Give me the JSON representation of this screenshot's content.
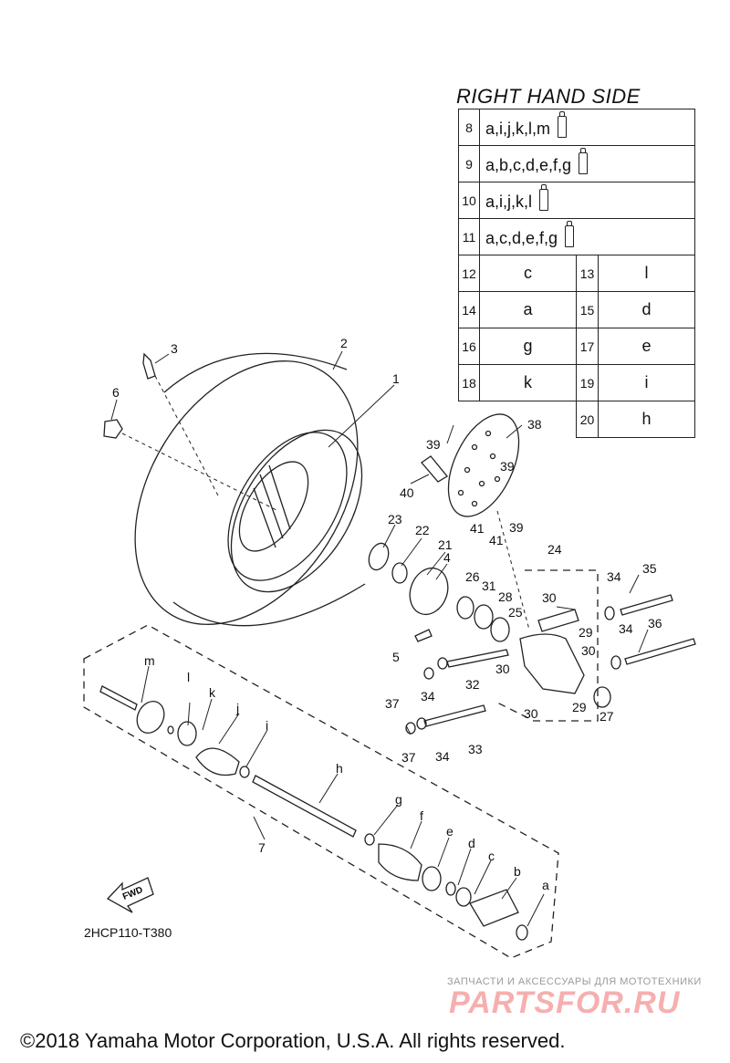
{
  "table": {
    "title": "RIGHT HAND SIDE",
    "wide_rows": [
      {
        "num": "8",
        "letters": "a,i,j,k,l,m"
      },
      {
        "num": "9",
        "letters": "a,b,c,d,e,f,g"
      },
      {
        "num": "10",
        "letters": "a,i,j,k,l"
      },
      {
        "num": "11",
        "letters": "a,c,d,e,f,g"
      }
    ],
    "pair_rows": [
      {
        "n1": "12",
        "v1": "c",
        "n2": "13",
        "v2": "l"
      },
      {
        "n1": "14",
        "v1": "a",
        "n2": "15",
        "v2": "d"
      },
      {
        "n1": "16",
        "v1": "g",
        "n2": "17",
        "v2": "e"
      },
      {
        "n1": "18",
        "v1": "k",
        "n2": "19",
        "v2": "i"
      },
      {
        "n1": "",
        "v1": "",
        "n2": "20",
        "v2": "h"
      }
    ]
  },
  "callouts": {
    "n1": "1",
    "n2": "2",
    "n3": "3",
    "n4": "4",
    "n5": "5",
    "n6": "6",
    "n7": "7",
    "n21": "21",
    "n22": "22",
    "n23": "23",
    "n24": "24",
    "n25": "25",
    "n26": "26",
    "n27": "27",
    "n28": "28",
    "n29": "29",
    "n30": "30",
    "n31": "31",
    "n32": "32",
    "n33": "33",
    "n34": "34",
    "n35": "35",
    "n36": "36",
    "n37": "37",
    "n38": "38",
    "n39": "39",
    "n40": "40",
    "n41": "41",
    "a": "a",
    "b": "b",
    "c": "c",
    "d": "d",
    "e": "e",
    "f": "f",
    "g": "g",
    "h": "h",
    "i": "i",
    "j": "j",
    "k": "k",
    "l": "l",
    "m": "m"
  },
  "fwd_label": "FWD",
  "diagram_code": "2HCP110-T380",
  "watermark": {
    "small": "ЗАПЧАСТИ И АКСЕССУАРЫ ДЛЯ МОТОТЕХНИКИ",
    "big": "PARTSFOR.RU"
  },
  "footer": "©2018 Yamaha Motor Corporation, U.S.A. All rights reserved."
}
